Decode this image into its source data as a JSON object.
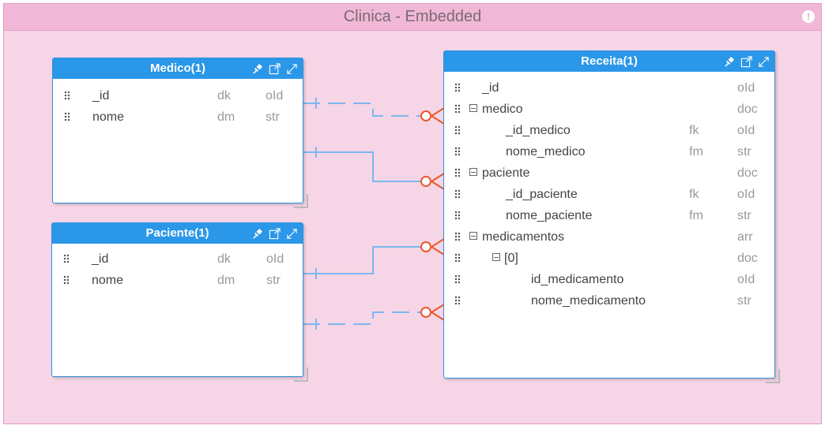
{
  "container": {
    "title": "Clinica - Embedded",
    "icon": "warning-icon"
  },
  "colors": {
    "container_bg": "#f6d5e6",
    "container_header": "#f0b8d6",
    "entity_header": "#2b97e8",
    "link_line": "#7bb8f0",
    "crowfoot": "#e8582a"
  },
  "entities": {
    "medico": {
      "title": "Medico(1)",
      "fields": [
        {
          "name": "_id",
          "key": "dk",
          "type": "oId"
        },
        {
          "name": "nome",
          "key": "dm",
          "type": "str"
        }
      ]
    },
    "paciente": {
      "title": "Paciente(1)",
      "fields": [
        {
          "name": "_id",
          "key": "dk",
          "type": "oId"
        },
        {
          "name": "nome",
          "key": "dm",
          "type": "str"
        }
      ]
    },
    "receita": {
      "title": "Receita(1)",
      "fields": [
        {
          "name": "_id",
          "key": "",
          "type": "oId"
        },
        {
          "name": "medico",
          "key": "",
          "type": "doc"
        },
        {
          "name": "_id_medico",
          "key": "fk",
          "type": "oId"
        },
        {
          "name": "nome_medico",
          "key": "fm",
          "type": "str"
        },
        {
          "name": "paciente",
          "key": "",
          "type": "doc"
        },
        {
          "name": "_id_paciente",
          "key": "fk",
          "type": "oId"
        },
        {
          "name": "nome_paciente",
          "key": "fm",
          "type": "str"
        },
        {
          "name": "medicamentos",
          "key": "",
          "type": "arr"
        },
        {
          "name": "[0]",
          "key": "",
          "type": "doc"
        },
        {
          "name": "id_medicamento",
          "key": "",
          "type": "oId"
        },
        {
          "name": "nome_medicamento",
          "key": "",
          "type": "str"
        }
      ]
    }
  },
  "header_icons": [
    "pin-icon",
    "open-window-icon",
    "expand-icon"
  ]
}
